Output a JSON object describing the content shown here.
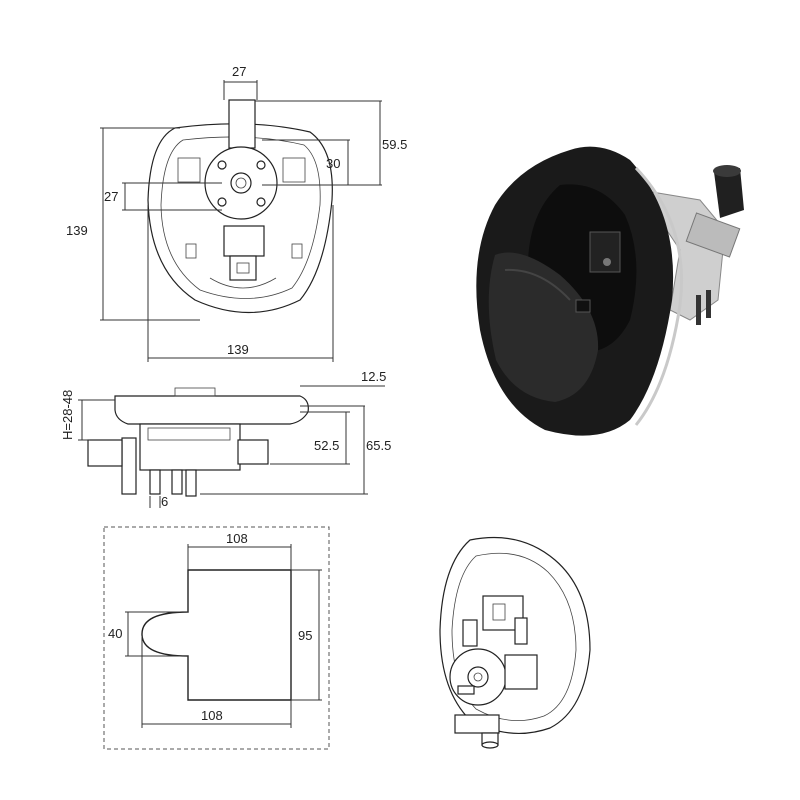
{
  "dimensions": {
    "top_width_27": "27",
    "height_59_5": "59.5",
    "offset_30": "30",
    "offset_27": "27",
    "height_139": "139",
    "width_139": "139",
    "depth_12_5": "12.5",
    "range_h": "H=28-48",
    "depth_52_5": "52.5",
    "depth_65_5": "65.5",
    "pin_6": "6",
    "cutout_width_top": "108",
    "cutout_notch": "40",
    "cutout_height": "95",
    "cutout_width_bottom": "108"
  },
  "colors": {
    "line": "#333333",
    "handle": "#1a1a1a",
    "metal": "#c8c8c8"
  }
}
